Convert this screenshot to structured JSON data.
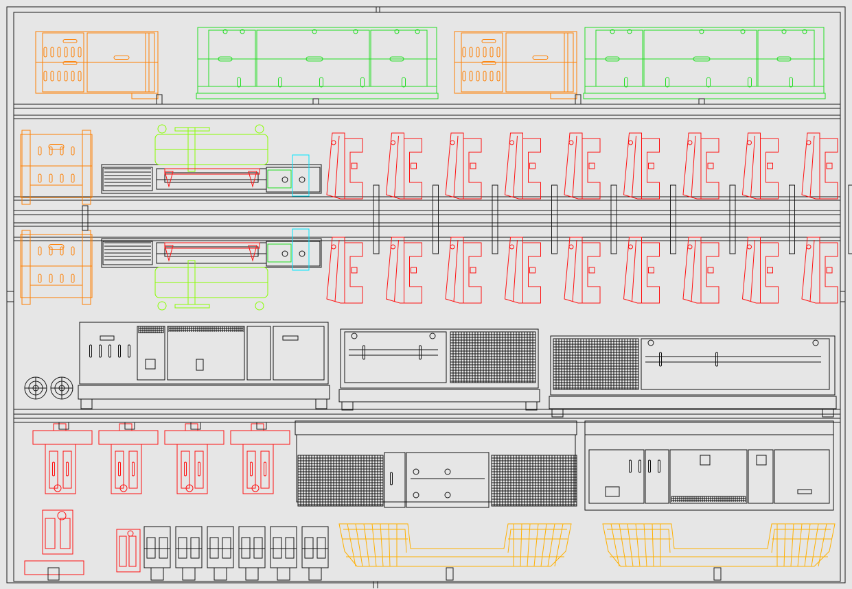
{
  "colors": {
    "background": "#e6e6e6",
    "frame": "#1a1a1a",
    "black_part": "#111111",
    "orange_part": "#ff7f00",
    "green_part": "#22dd22",
    "red_part": "#ff1010",
    "cyan_part": "#00e5ff",
    "lime_part": "#88ff00",
    "yellow_part": "#ffb000"
  },
  "rows": [
    {
      "id": "row-1",
      "parts": [
        "orange-jig",
        "green-jig",
        "orange-jig",
        "green-jig"
      ]
    },
    {
      "id": "row-2",
      "parts": [
        "orange-block",
        "black-assembly",
        "red-bracket-upper-x9"
      ]
    },
    {
      "id": "row-3",
      "parts": [
        "orange-block",
        "black-assembly",
        "red-bracket-lower-x9"
      ]
    },
    {
      "id": "row-4",
      "parts": [
        "round-connector-x2",
        "black-cabinet",
        "black-cabinet",
        "black-cabinet"
      ]
    },
    {
      "id": "row-5",
      "parts": [
        "red-clamp-x4",
        "black-cabinet",
        "black-cabinet"
      ]
    },
    {
      "id": "row-6",
      "parts": [
        "red-clamp-small",
        "red-clamp-small",
        "black-terminal-x6",
        "yellow-tray",
        "yellow-tray"
      ]
    }
  ],
  "counts": {
    "red_brackets_upper": 9,
    "red_brackets_lower": 9,
    "red_clamps": 4,
    "terminals": 6
  }
}
